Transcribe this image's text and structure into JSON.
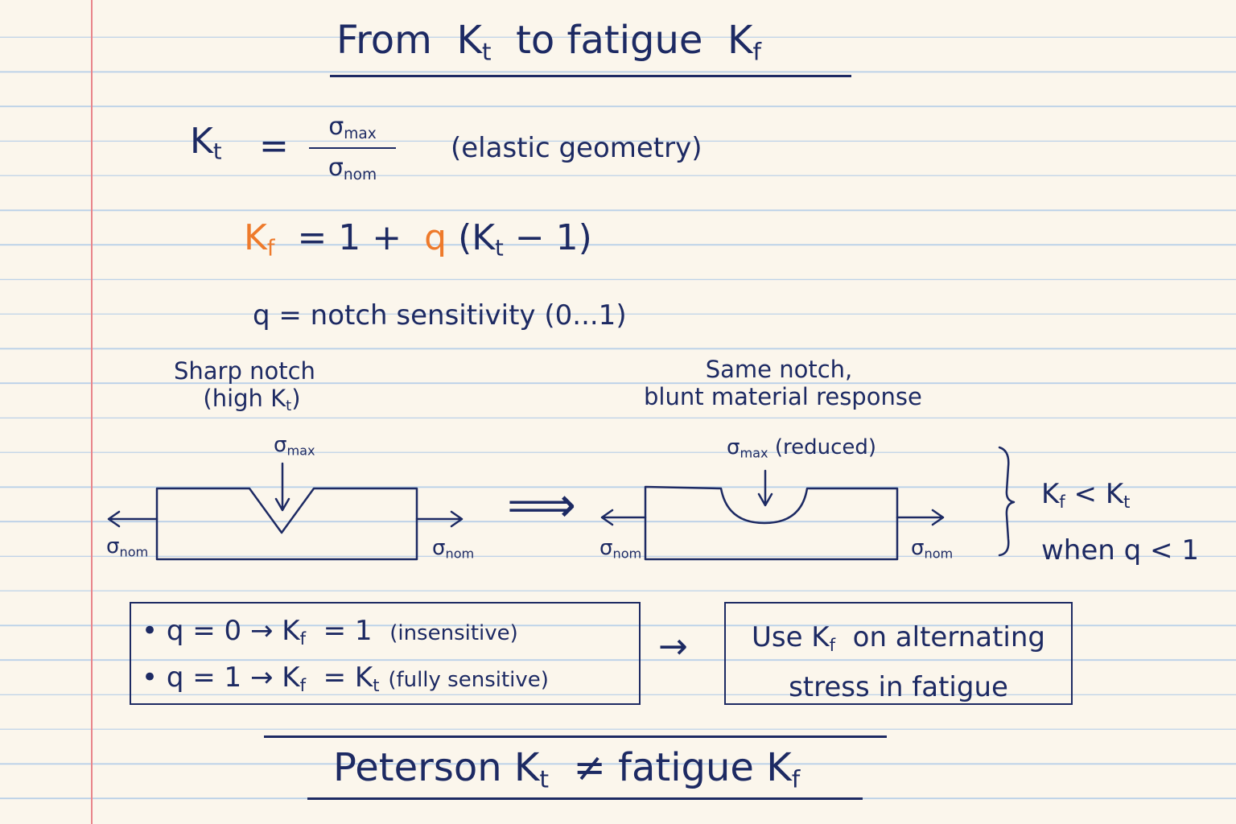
{
  "title": {
    "text_a": "From",
    "kt": "K",
    "kt_sub": "t",
    "text_b": "to fatigue",
    "kf": "K",
    "kf_sub": "f"
  },
  "kt_formula": {
    "lhs": "K",
    "lhs_sub": "t",
    "eq": "=",
    "num": "σ",
    "num_sub": "max",
    "den": "σ",
    "den_sub": "nom",
    "note": "(elastic geometry)"
  },
  "kf_formula": {
    "lhs": "K",
    "lhs_sub": "f",
    "eq": "= 1 +",
    "q": "q",
    "rest_open": "(K",
    "rest_sub": "t",
    "rest_close": "− 1)"
  },
  "q_def": {
    "text": "q =  notch sensitivity  (0...1)"
  },
  "left_panel": {
    "heading_line1": "Sharp notch",
    "heading_line2_a": "(high K",
    "heading_line2_sub": "t",
    "heading_line2_b": ")",
    "smax": "σ",
    "smax_sub": "max",
    "snom_left": "σ",
    "snom_left_sub": "nom",
    "snom_right": "σ",
    "snom_right_sub": "nom"
  },
  "implies": "⟹",
  "right_panel": {
    "heading_line1": "Same notch,",
    "heading_line2": "blunt material response",
    "smax": "σ",
    "smax_sub": "max",
    "smax_note": "(reduced)",
    "snom_left": "σ",
    "snom_left_sub": "nom",
    "snom_right": "σ",
    "snom_right_sub": "nom"
  },
  "brace_note": {
    "line1_a": "K",
    "line1_sub1": "f",
    "line1_mid": "< K",
    "line1_sub2": "t",
    "line2": "when  q < 1"
  },
  "cases_box": {
    "row1_a": "•  q  =  0  →  K",
    "row1_sub": "f",
    "row1_b": "=  1",
    "row1_note": "(insensitive)",
    "row2_a": "•  q  =  1  →  K",
    "row2_sub": "f",
    "row2_b": "=  K",
    "row2_sub2": "t",
    "row2_note": "(fully sensitive)"
  },
  "arrow": "→",
  "use_box": {
    "line1_a": "Use  K",
    "line1_sub": "f",
    "line1_b": "on  alternating",
    "line2": "stress  in  fatigue"
  },
  "footer": {
    "a": "Peterson  K",
    "sub1": "t",
    "mid": "≠  fatigue  K",
    "sub2": "f"
  },
  "colors": {
    "ink": "#1d2a63",
    "accent": "#ee7a2b",
    "paper": "#fbf6ec",
    "margin_line": "#e9848a",
    "rule_line": "#b9d0e8"
  }
}
